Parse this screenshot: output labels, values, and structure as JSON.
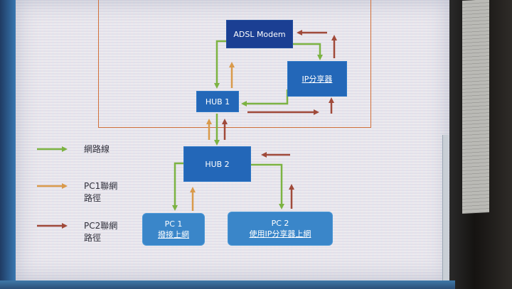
{
  "nodes": {
    "adsl_modem": "ADSL Modem",
    "ip_router": "IP分享器",
    "hub1": "HUB 1",
    "hub2": "HUB 2",
    "pc1_title": "PC 1",
    "pc1_desc": "撥接上網",
    "pc2_title": "PC 2",
    "pc2_desc": "使用IP分享器上網"
  },
  "legend": {
    "network_line": "網路線",
    "pc1_path_l1": "PC1聯網",
    "pc1_path_l2": "路徑",
    "pc2_path_l1": "PC2聯網",
    "pc2_path_l2": "路徑"
  },
  "colors": {
    "network_line": "#7cb342",
    "pc1_path": "#d99a4a",
    "pc2_path": "#a04a3a",
    "frame": "#d0703a"
  }
}
